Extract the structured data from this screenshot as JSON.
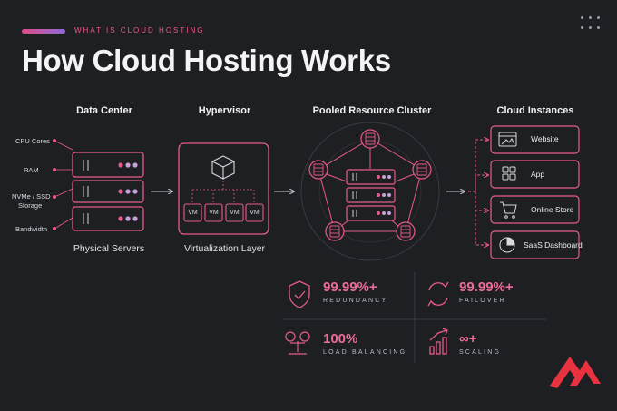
{
  "header": {
    "kicker": "WHAT IS CLOUD HOSTING",
    "title": "How Cloud Hosting Works"
  },
  "columns": {
    "data_center": {
      "heading": "Data Center",
      "labels": [
        "CPU Cores",
        "RAM",
        "NVMe / SSD",
        "Storage",
        "Bandwidth"
      ],
      "caption": "Physical Servers"
    },
    "hypervisor": {
      "heading": "Hypervisor",
      "vm_labels": [
        "VM",
        "VM",
        "VM",
        "VM"
      ],
      "caption": "Virtualization Layer"
    },
    "cluster": {
      "heading": "Pooled Resource Cluster"
    },
    "instances": {
      "heading": "Cloud Instances",
      "items": [
        {
          "label": "Website",
          "icon": "browser-icon"
        },
        {
          "label": "App",
          "icon": "app-grid-icon"
        },
        {
          "label": "Online Store",
          "icon": "cart-icon"
        },
        {
          "label": "SaaS Dashboard",
          "icon": "dashboard-icon"
        }
      ]
    }
  },
  "stats": [
    {
      "value": "99.99%+",
      "label": "REDUNDANCY",
      "icon": "shield-check-icon"
    },
    {
      "value": "99.99%+",
      "label": "FAILOVER",
      "icon": "refresh-icon"
    },
    {
      "value": "100%",
      "label": "LOAD BALANCING",
      "icon": "balance-scale-icon"
    },
    {
      "value": "∞+",
      "label": "SCALING",
      "icon": "growth-chart-icon"
    }
  ],
  "colors": {
    "background": "#1e1f23",
    "accent_pink": "#e85a8c",
    "accent_red": "#e8323f",
    "line": "#c9c9cf"
  }
}
